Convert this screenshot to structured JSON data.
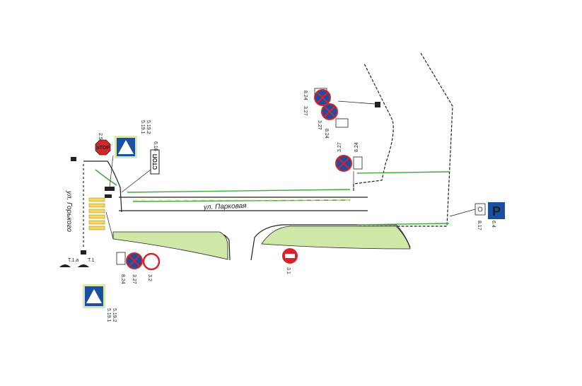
{
  "streets": {
    "main": "ул. Парковая",
    "side": "ул. Горького"
  },
  "signs": {
    "stop_sign": {
      "code": "2.5",
      "text": "STOP"
    },
    "crossing_top": {
      "code1": "5.19.1",
      "code2": "5.19.2"
    },
    "crossing_bottom": {
      "code1": "5.19.1",
      "code2": "5.19.2"
    },
    "stop_plate": {
      "code": "6.16",
      "text": "СТОП"
    },
    "no_stopping_top_a": {
      "code": "3.27",
      "plate": "8.24"
    },
    "no_stopping_top_b": {
      "code": "3.27",
      "plate": "8.24"
    },
    "no_stopping_mid": {
      "code": "3.27",
      "plate": "8.24"
    },
    "no_stopping_bottom": {
      "code": "3.27",
      "plate": "8.24"
    },
    "no_traffic": {
      "code": "3.2"
    },
    "no_entry": {
      "code": "3.1"
    },
    "parking": {
      "code": "6.4",
      "plate": "8.17",
      "letter": "P"
    },
    "lights": {
      "code_a": "T.1.a",
      "code_b": "T.1"
    }
  },
  "colors": {
    "blue": "#1a4fa3",
    "red": "#d8232a",
    "green": "#3cab3c",
    "island": "#cfe8a8",
    "crosswalk": "#f1d860"
  }
}
